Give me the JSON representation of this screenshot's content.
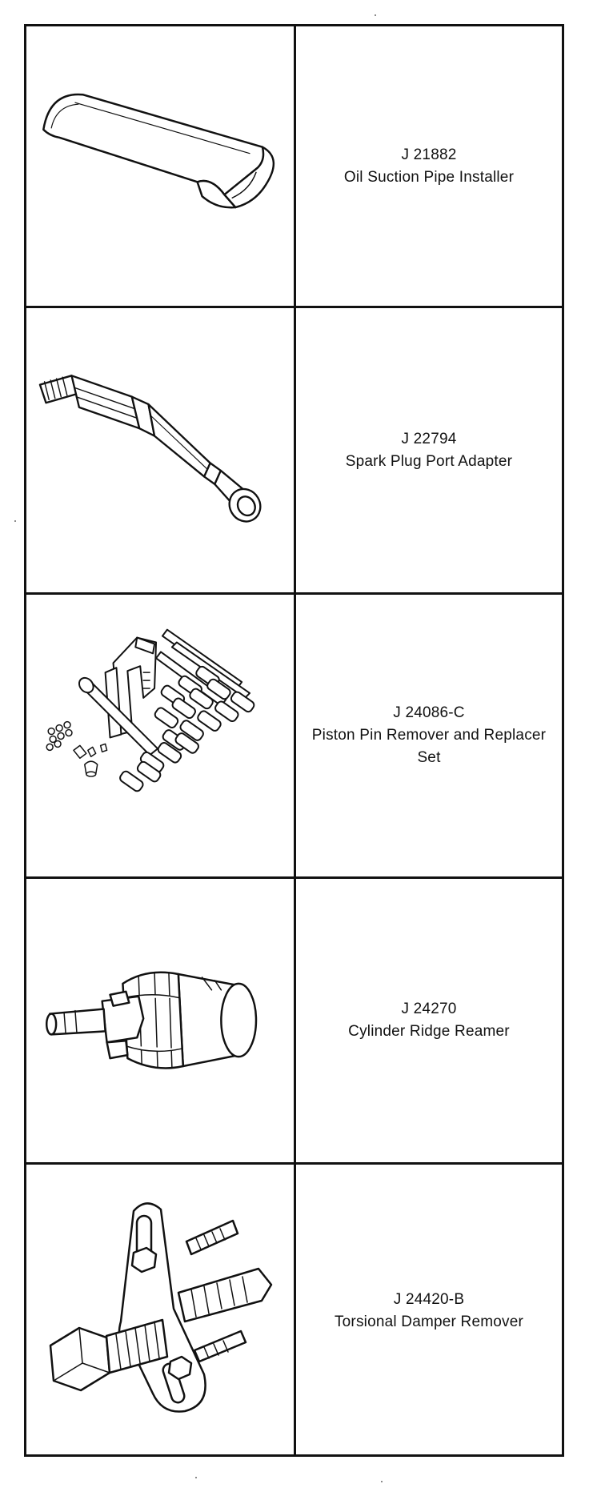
{
  "tools": [
    {
      "number": "J 21882",
      "name": "Oil Suction Pipe Installer",
      "icon": "half-pipe-icon"
    },
    {
      "number": "J 22794",
      "name": "Spark Plug Port Adapter",
      "icon": "port-adapter-icon"
    },
    {
      "number": "J 24086-C",
      "name": "Piston Pin Remover and Replacer Set",
      "icon": "pin-set-icon"
    },
    {
      "number": "J 24270",
      "name": "Cylinder Ridge Reamer",
      "icon": "ridge-reamer-icon"
    },
    {
      "number": "J 24420-B",
      "name": "Torsional Damper Remover",
      "icon": "damper-puller-icon"
    }
  ],
  "colors": {
    "ink": "#111111",
    "paper": "#ffffff"
  }
}
